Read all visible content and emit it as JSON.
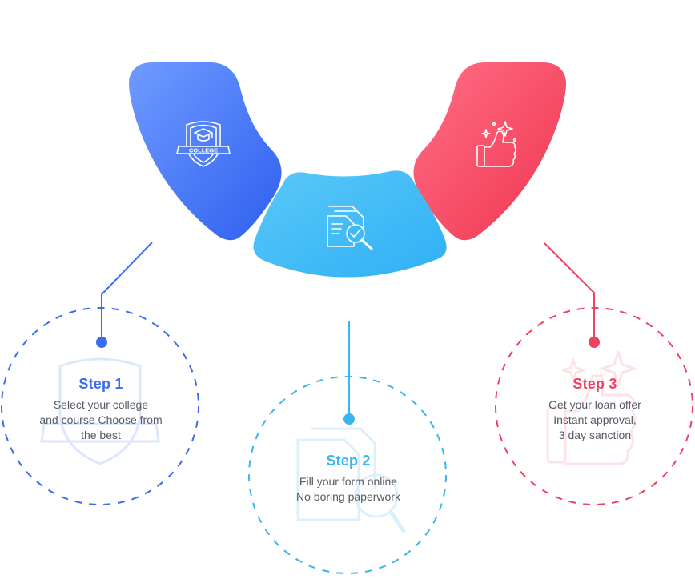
{
  "steps": [
    {
      "id": "step-1",
      "title": "Step 1",
      "icon": "college-badge-icon",
      "lines": [
        "Select your college",
        "and course Choose from",
        "the best"
      ],
      "color": "#3b6cf0"
    },
    {
      "id": "step-2",
      "title": "Step 2",
      "icon": "document-check-icon",
      "lines": [
        "Fill your form online",
        "No boring paperwork"
      ],
      "color": "#38b6f0"
    },
    {
      "id": "step-3",
      "title": "Step 3",
      "icon": "thumbs-up-sparkle-icon",
      "lines": [
        "Get your loan offer",
        "Instant approval,",
        "3 day sanction"
      ],
      "color": "#f0425f"
    }
  ],
  "badge_text": "COLLEGE"
}
